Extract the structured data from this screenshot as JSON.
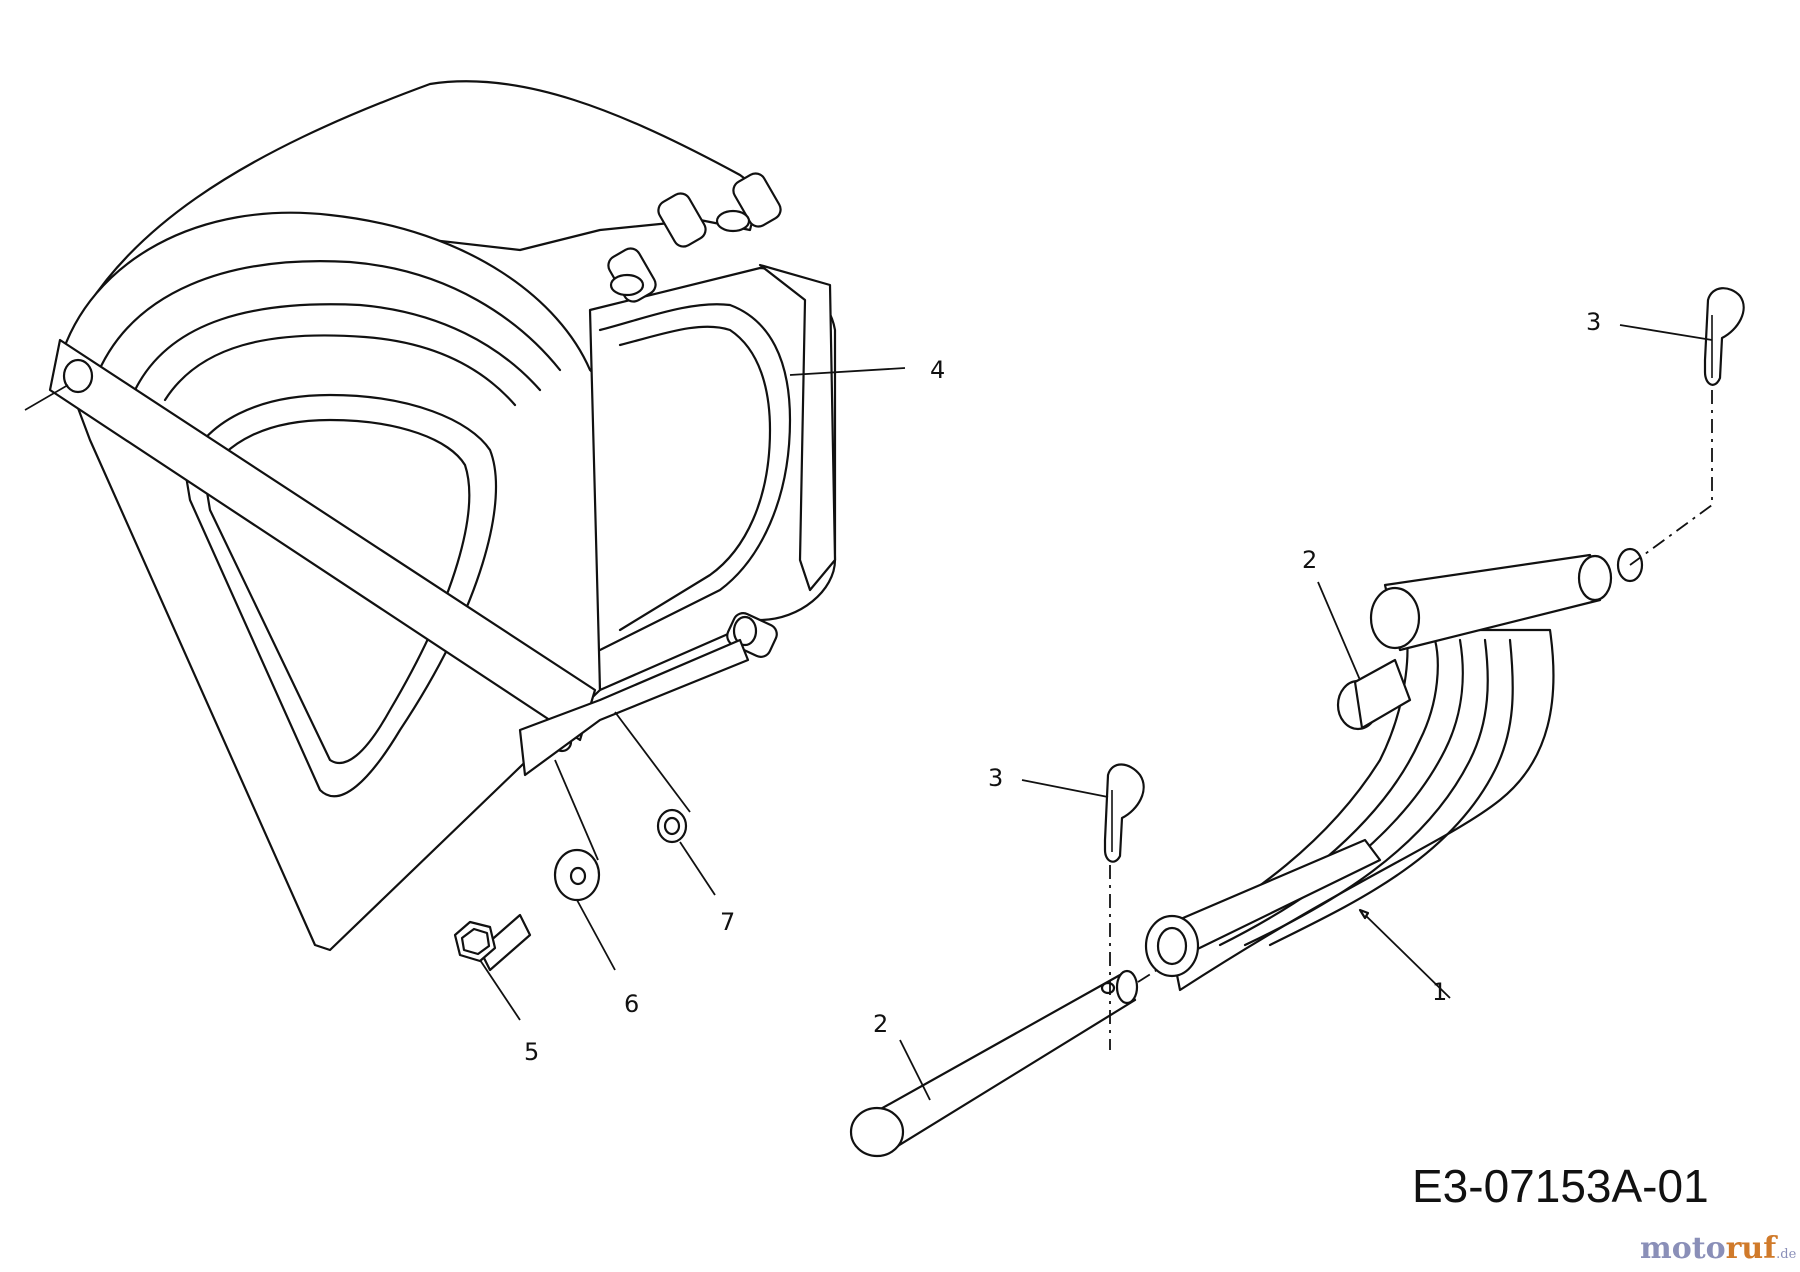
{
  "diagram": {
    "drawing_number": "E3-07153A-01",
    "callouts": [
      "1",
      "2",
      "2",
      "3",
      "3",
      "4",
      "5",
      "6",
      "7"
    ],
    "watermark": {
      "brand": "motoruf",
      "suffix": ".de",
      "color_main": "#8a8fb8",
      "color_accent": "#d07a2a"
    }
  }
}
